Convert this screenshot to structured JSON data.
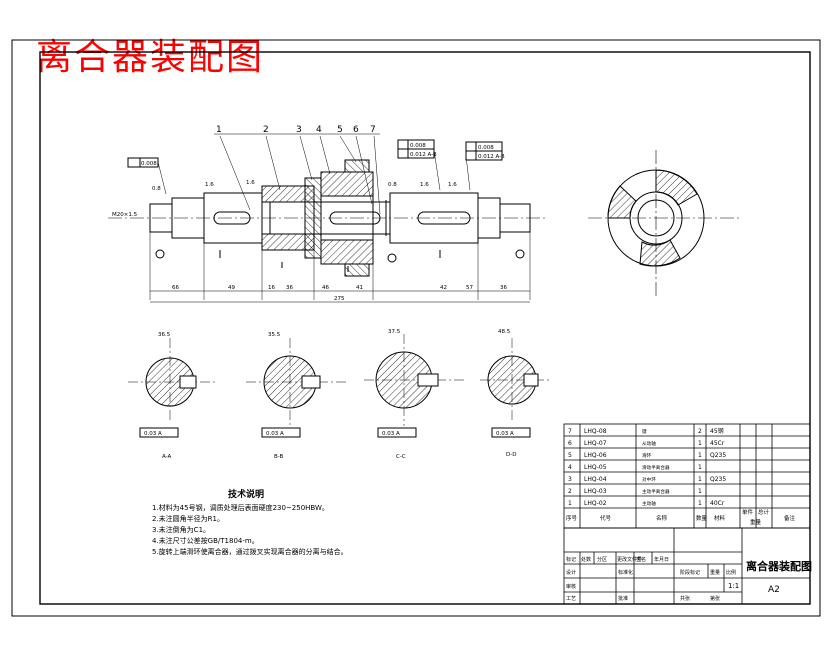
{
  "header": {
    "title": "离合器装配图"
  },
  "part_numbers": [
    "1",
    "2",
    "3",
    "4",
    "5",
    "6",
    "7"
  ],
  "dimensions": {
    "bottom": [
      "66",
      "49",
      "16",
      "36",
      "46",
      "41",
      "42",
      "57",
      "36"
    ],
    "overall": "275",
    "left_thread": "M20×1.5",
    "chamfer_labels": [
      "0.8",
      "1.6",
      "1.6",
      "1.6",
      "1.6",
      "0.8"
    ]
  },
  "tolerances": {
    "left_frame": "0.008",
    "mid_frame_top": "0.008",
    "mid_frame_bottom": "0.012 A-B",
    "right_frame_top": "0.008",
    "right_frame_bottom": "0.012 A-B",
    "section_frames": [
      "0.03 A",
      "0.03 A",
      "0.03 A",
      "0.03 A"
    ]
  },
  "sections": [
    {
      "label": "A-A",
      "width": "36.5"
    },
    {
      "label": "B-B",
      "width": "35.5"
    },
    {
      "label": "C-C",
      "width": "37.5"
    },
    {
      "label": "D-D",
      "width": "48.5"
    }
  ],
  "bom": {
    "rows": [
      {
        "no": "7",
        "code": "LHQ-08",
        "name": "键",
        "qty": "2",
        "material": "45钢",
        "remark": ""
      },
      {
        "no": "6",
        "code": "LHQ-07",
        "name": "从动轴",
        "qty": "1",
        "material": "45Cr",
        "remark": ""
      },
      {
        "no": "5",
        "code": "LHQ-06",
        "name": "滑环",
        "qty": "1",
        "material": "Q235",
        "remark": ""
      },
      {
        "no": "4",
        "code": "LHQ-05",
        "name": "滑动半离合器",
        "qty": "1",
        "material": "",
        "remark": ""
      },
      {
        "no": "3",
        "code": "LHQ-04",
        "name": "对中环",
        "qty": "1",
        "material": "Q235",
        "remark": ""
      },
      {
        "no": "2",
        "code": "LHQ-03",
        "name": "主动半离合器",
        "qty": "1",
        "material": "",
        "remark": ""
      },
      {
        "no": "1",
        "code": "LHQ-02",
        "name": "主动轴",
        "qty": "1",
        "material": "40Cr",
        "remark": ""
      }
    ],
    "header": {
      "no": "序号",
      "code": "代号",
      "name": "名称",
      "qty": "数量",
      "material": "材料",
      "unit_weight": "单件",
      "total_weight": "总计",
      "weight": "重量",
      "remark": "备注"
    }
  },
  "title_block": {
    "drawing_name": "离合器装配图",
    "scale": "1:1",
    "sheet_size": "A2",
    "labels": [
      "标记",
      "处数",
      "分区",
      "更改文件号",
      "签名",
      "年月日",
      "设计",
      "标准化",
      "审核",
      "工艺",
      "批准",
      "阶段标记",
      "重量",
      "比例",
      "共张",
      "第张"
    ]
  },
  "technical_notes": {
    "heading": "技术说明",
    "lines": [
      "1.材料为45号钢，调质处理后表面硬度230~250HBW。",
      "2.未注圆角半径为R1。",
      "3.未注倒角为C1。",
      "4.未注尺寸公差按GB/T1804-m。",
      "5.旋转上端滑环使离合器，通过拨叉实现离合器的分离与结合。"
    ]
  }
}
